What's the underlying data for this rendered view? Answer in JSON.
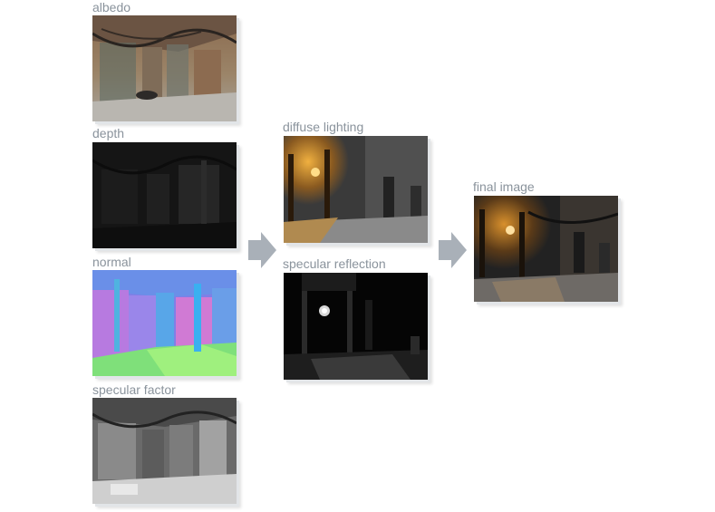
{
  "labels": {
    "albedo": "albedo",
    "depth": "depth",
    "normal": "normal",
    "specular_factor": "specular factor",
    "diffuse_lighting": "diffuse lighting",
    "specular_reflection": "specular reflection",
    "final_image": "final image"
  },
  "arrow_icon": "right-arrow-icon",
  "colors": {
    "label": "#8a939c",
    "arrow": "#a9b0b8"
  }
}
